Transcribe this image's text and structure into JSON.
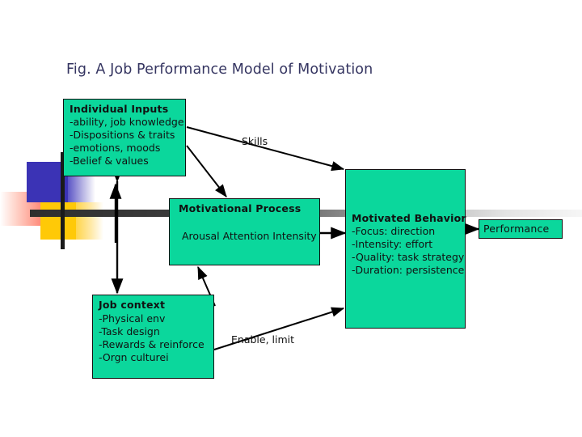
{
  "page": {
    "title": "Fig. A Job Performance Model of Motivation",
    "title_color": "#353561",
    "background": "#ffffff",
    "box_fill": "#0bd79c",
    "box_border": "#111111"
  },
  "boxes": {
    "individual_inputs": {
      "title": "Individual Inputs",
      "items": [
        "-ability, job knowledge",
        "-Dispositions & traits",
        "-emotions, moods",
        "-Belief & values"
      ]
    },
    "motivational_process": {
      "title": "Motivational Process",
      "subtitle": "Arousal Attention Intensity"
    },
    "motivated_behavior": {
      "title": "Motivated Behavior",
      "items": [
        "-Focus: direction",
        "-Intensity: effort",
        "-Quality: task strategy",
        "-Duration: persistence"
      ]
    },
    "job_context": {
      "title": "Job context",
      "items": [
        "-Physical env",
        "-Task design",
        "-Rewards & reinforce",
        "-Orgn culturei"
      ]
    },
    "performance": {
      "title": "Performance"
    }
  },
  "labels": {
    "skills": "Skills",
    "enable_limit": "Enable, limit"
  },
  "decor": {
    "blue": "#3b33b5",
    "red": "#f22d12",
    "yellow": "#ffc907",
    "line": "#1a1a1a",
    "bar_dark": "#2e2e2e",
    "bar_light": "#f6f6f6"
  }
}
